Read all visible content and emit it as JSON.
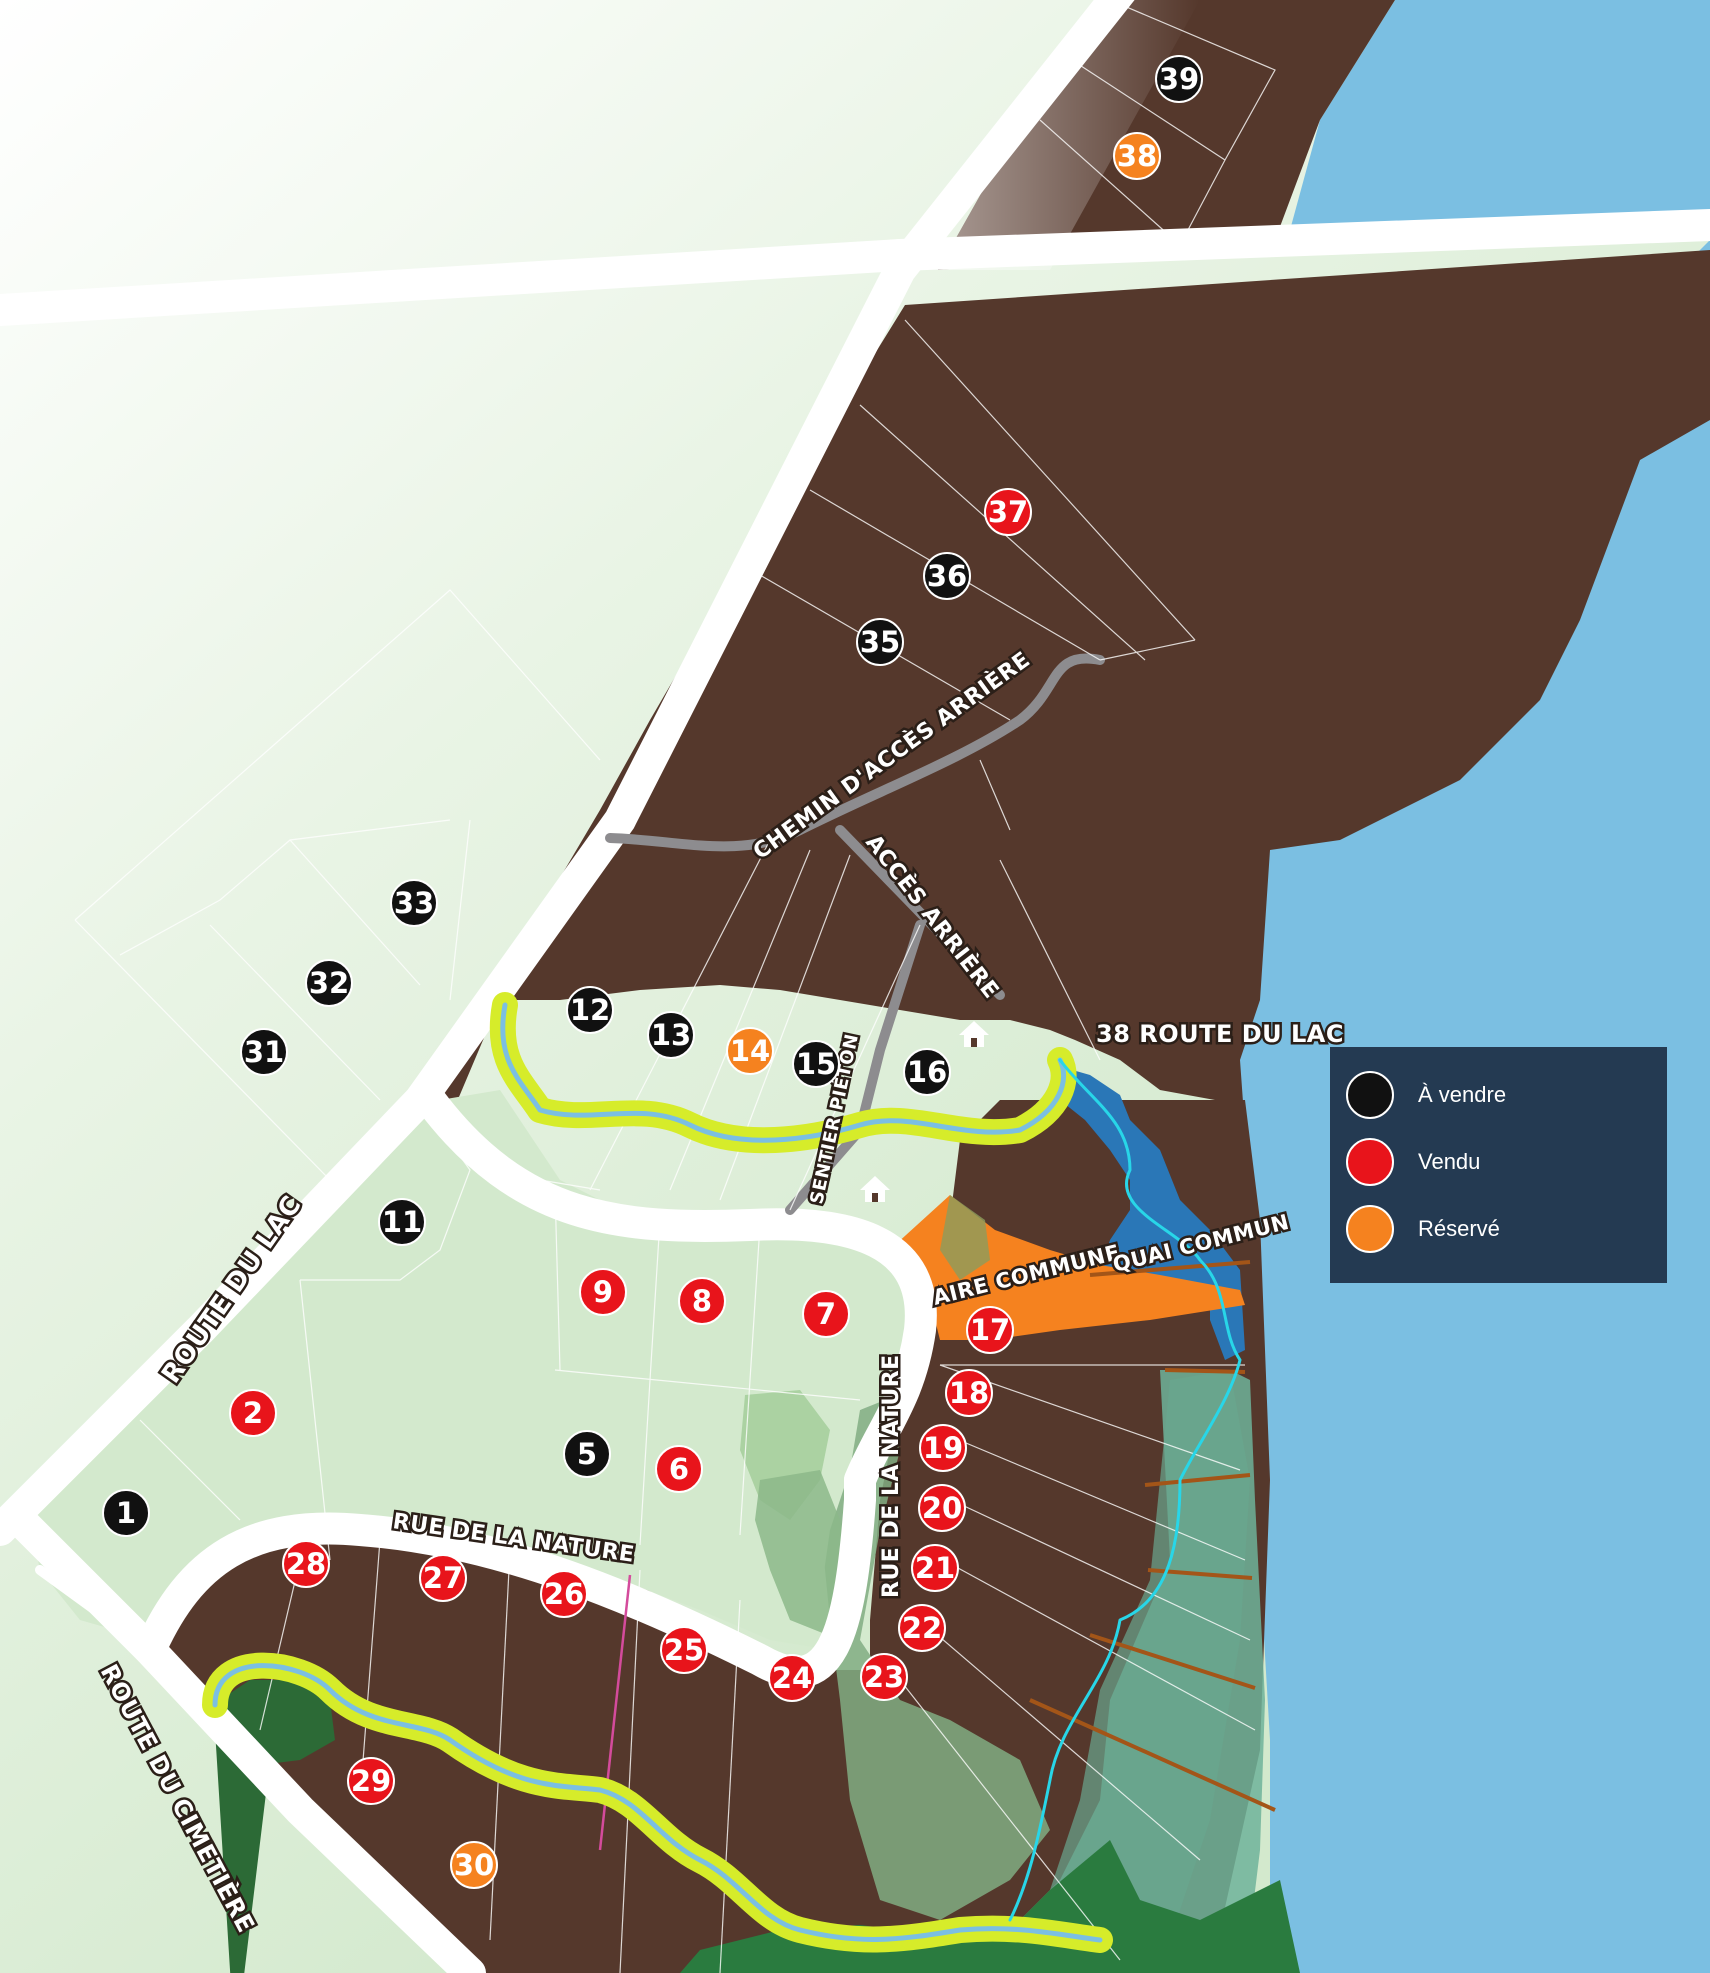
{
  "colors": {
    "available": "#111111",
    "sold": "#e8141b",
    "reserved": "#f5821f",
    "lot_land": "#55382c",
    "water": "#7bbfe2",
    "trail": "#d6ec2a",
    "legend_bg": "#243a52"
  },
  "road_labels": {
    "route_du_lac": "ROUTE DU LAC",
    "route_du_cimetiere": "ROUTE DU CIMETIÈRE",
    "chemin_acces_arriere": "CHEMIN D'ACCÈS ARRIÈRE",
    "acces_arriere": "ACCÈS ARRIÈRE",
    "adresse": "38 ROUTE DU LAC",
    "sentier_pieton": "SENTIER PIÉTON",
    "rue_nature_1": "RUE DE LA NATURE",
    "rue_nature_2": "RUE DE LA NATURE",
    "aire_commune": "AIRE COMMUNE",
    "quai_commun": "QUAI COMMUN"
  },
  "icons": [
    "house-icon",
    "house-icon"
  ],
  "lots": [
    {
      "number": "1",
      "status": "available"
    },
    {
      "number": "2",
      "status": "sold"
    },
    {
      "number": "5",
      "status": "available"
    },
    {
      "number": "6",
      "status": "sold"
    },
    {
      "number": "7",
      "status": "sold"
    },
    {
      "number": "8",
      "status": "sold"
    },
    {
      "number": "9",
      "status": "sold"
    },
    {
      "number": "11",
      "status": "available"
    },
    {
      "number": "12",
      "status": "available"
    },
    {
      "number": "13",
      "status": "available"
    },
    {
      "number": "14",
      "status": "reserved"
    },
    {
      "number": "15",
      "status": "available"
    },
    {
      "number": "16",
      "status": "available"
    },
    {
      "number": "17",
      "status": "sold"
    },
    {
      "number": "18",
      "status": "sold"
    },
    {
      "number": "19",
      "status": "sold"
    },
    {
      "number": "20",
      "status": "sold"
    },
    {
      "number": "21",
      "status": "sold"
    },
    {
      "number": "22",
      "status": "sold"
    },
    {
      "number": "23",
      "status": "sold"
    },
    {
      "number": "24",
      "status": "sold"
    },
    {
      "number": "25",
      "status": "sold"
    },
    {
      "number": "26",
      "status": "sold"
    },
    {
      "number": "27",
      "status": "sold"
    },
    {
      "number": "28",
      "status": "sold"
    },
    {
      "number": "29",
      "status": "sold"
    },
    {
      "number": "30",
      "status": "reserved"
    },
    {
      "number": "31",
      "status": "available"
    },
    {
      "number": "32",
      "status": "available"
    },
    {
      "number": "33",
      "status": "available"
    },
    {
      "number": "35",
      "status": "available"
    },
    {
      "number": "36",
      "status": "available"
    },
    {
      "number": "37",
      "status": "sold"
    },
    {
      "number": "38",
      "status": "reserved"
    },
    {
      "number": "39",
      "status": "available"
    }
  ],
  "legend": {
    "items": [
      {
        "label": "À vendre",
        "status": "available"
      },
      {
        "label": "Vendu",
        "status": "sold"
      },
      {
        "label": "Réservé",
        "status": "reserved"
      }
    ]
  }
}
